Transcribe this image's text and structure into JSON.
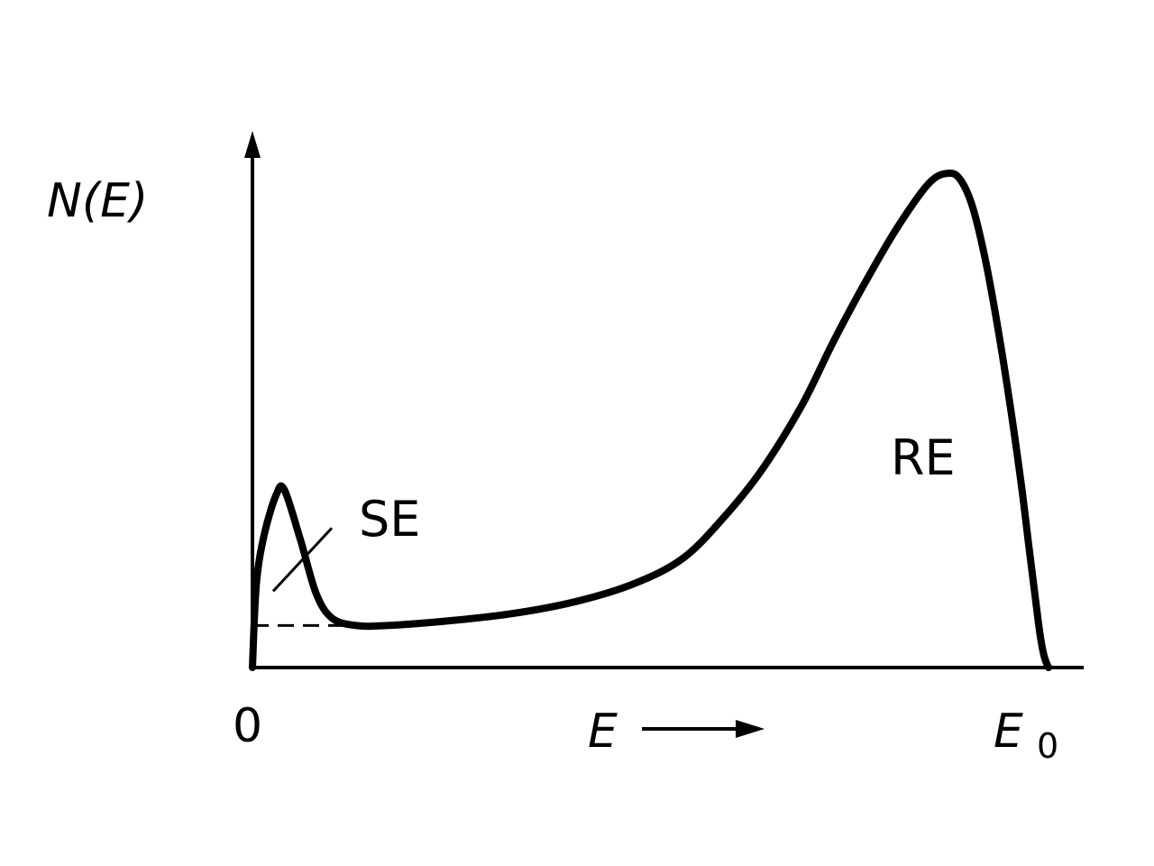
{
  "chart_data": {
    "type": "line",
    "ylabel": "N(E)",
    "xlabel": "E",
    "x_ticks": [
      {
        "value": 0,
        "label": "0"
      },
      {
        "value": 1,
        "label_main": "E",
        "label_sub": "0"
      }
    ],
    "xlim": [
      0,
      1.05
    ],
    "ylim": [
      0,
      1.0
    ],
    "grid": false,
    "series": [
      {
        "role": "energy-distribution",
        "x": [
          0.0,
          0.005,
          0.015,
          0.03,
          0.04,
          0.06,
          0.08,
          0.1,
          0.13,
          0.17,
          0.25,
          0.33,
          0.41,
          0.48,
          0.54,
          0.59,
          0.64,
          0.69,
          0.73,
          0.77,
          0.81,
          0.85,
          0.875,
          0.89,
          0.905,
          0.92,
          0.935,
          0.95,
          0.965,
          0.975,
          0.985,
          0.99,
          0.995,
          1.0
        ],
        "y": [
          0.0,
          0.17,
          0.27,
          0.35,
          0.36,
          0.26,
          0.15,
          0.1,
          0.085,
          0.085,
          0.095,
          0.11,
          0.135,
          0.17,
          0.22,
          0.3,
          0.4,
          0.53,
          0.66,
          0.78,
          0.89,
          0.98,
          1.0,
          0.985,
          0.93,
          0.83,
          0.7,
          0.55,
          0.38,
          0.25,
          0.12,
          0.06,
          0.02,
          0.0
        ]
      }
    ],
    "baseline": {
      "style": "dashed",
      "y": 0.085,
      "x_range": [
        0,
        0.17
      ]
    },
    "annotations": [
      {
        "text": "SE",
        "x": 0.14,
        "y": 0.32,
        "pointer_to": {
          "x": 0.06,
          "y": 0.2
        }
      },
      {
        "text": "RE",
        "x": 0.84,
        "y": 0.42
      }
    ]
  }
}
